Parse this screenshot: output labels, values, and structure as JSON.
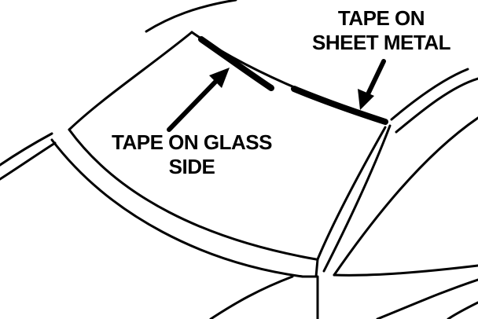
{
  "labels": {
    "sheet_metal": {
      "line1": "TAPE ON",
      "line2": "SHEET METAL"
    },
    "glass_side": {
      "line1": "TAPE ON GLASS",
      "line2": "SIDE"
    }
  },
  "colors": {
    "ink": "#000000",
    "background": "#ffffff"
  }
}
